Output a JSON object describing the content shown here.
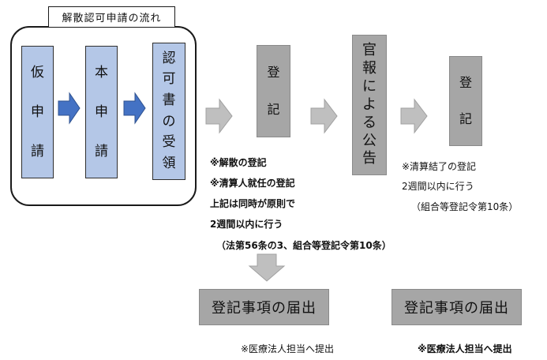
{
  "group": {
    "title": "解散認可申請の流れ",
    "step1": [
      "仮",
      "申",
      "請"
    ],
    "step2": [
      "本",
      "申",
      "請"
    ],
    "step3": [
      "認",
      "可",
      "書",
      "の",
      "受",
      "領"
    ]
  },
  "register1": [
    "登",
    "記"
  ],
  "gazette": [
    "官",
    "報",
    "に",
    "よ",
    "る",
    "公",
    "告"
  ],
  "register2": [
    "登",
    "記"
  ],
  "note1": {
    "line1": "※解散の登記",
    "line2": "※清算人就任の登記",
    "line3": "上記は同時が原則で",
    "line4": "2週間以内に行う",
    "line5": "（法第56条の3、組合等登記令第10条）"
  },
  "note2": {
    "line1": "※清算結了の登記",
    "line2": "2週間以内に行う",
    "line3": "（組合等登記令第10条）"
  },
  "filing1": {
    "label": "登記事項の届出",
    "note": "※医療法人担当へ提出"
  },
  "filing2": {
    "label": "登記事項の届出",
    "note": "※医療法人担当へ提出"
  },
  "colors": {
    "blue_box": "#b4c7e7",
    "blue_arrow": "#4472c4",
    "gray_box": "#a6a6a6",
    "gray_arrow": "#bfbfbf"
  }
}
